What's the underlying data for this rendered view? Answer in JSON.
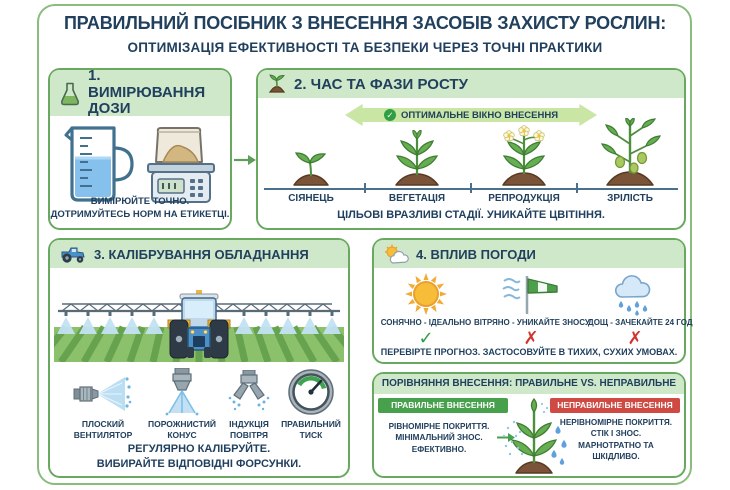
{
  "header": {
    "title": "ПРАВИЛЬНИЙ ПОСІБНИК З ВНЕСЕННЯ ЗАСОБІВ ЗАХИСТУ РОСЛИН:",
    "subtitle": "ОПТИМІЗАЦІЯ ЕФЕКТИВНОСТІ ТА БЕЗПЕКИ ЧЕРЕЗ ТОЧНІ ПРАКТИКИ"
  },
  "panel1": {
    "title": "1. ВИМІРЮВАННЯ ДОЗИ",
    "caption1": "ВИМІРЮЙТЕ ТОЧНО.",
    "caption2": "ДОТРИМУЙТЕСЬ НОРМ НА ЕТИКЕТЦІ."
  },
  "panel2": {
    "title": "2. ЧАС ТА ФАЗИ РОСТУ",
    "check_glyph": "✓",
    "banner": "ОПТИМАЛЬНЕ ВІКНО ВНЕСЕННЯ",
    "stages": [
      {
        "label": "СІЯНЕЦЬ"
      },
      {
        "label": "ВЕГЕТАЦІЯ"
      },
      {
        "label": "РЕПРОДУКЦІЯ"
      },
      {
        "label": "ЗРІЛІСТЬ"
      }
    ],
    "caption": "ЦІЛЬОВІ ВРАЗЛИВІ СТАДІЇ. УНИКАЙТЕ ЦВІТІННЯ."
  },
  "panel3": {
    "title": "3. КАЛІБРУВАННЯ ОБЛАДНАННЯ",
    "nozzles": [
      {
        "line1": "ПЛОСКИЙ",
        "line2": "ВЕНТИЛЯТОР"
      },
      {
        "line1": "ПОРОЖНИСТИЙ",
        "line2": "КОНУС"
      },
      {
        "line1": "ІНДУКЦІЯ",
        "line2": "ПОВІТРЯ"
      },
      {
        "line1": "ПРАВИЛЬНИЙ",
        "line2": "ТИСК"
      }
    ],
    "caption1": "РЕГУЛЯРНО КАЛІБРУЙТЕ.",
    "caption2": "ВИБИРАЙТЕ ВІДПОВІДНІ ФОРСУНКИ."
  },
  "panel4": {
    "title": "4. ВПЛИВ ПОГОДИ",
    "conditions": [
      {
        "label": "СОНЯЧНО - ІДЕАЛЬНО",
        "mark": "✓"
      },
      {
        "label": "ВІТРЯНО - УНИКАЙТЕ ЗНОСУ",
        "mark": "✗"
      },
      {
        "label": "ДОЩ - ЗАЧЕКАЙТЕ 24 ГОД",
        "mark": "✗"
      }
    ],
    "caption": "ПЕРЕВІРТЕ ПРОГНОЗ. ЗАСТОСОВУЙТЕ В ТИХИХ, СУХИХ УМОВАХ."
  },
  "comparison": {
    "title": "ПОРІВНЯННЯ ВНЕСЕННЯ: ПРАВИЛЬНЕ VS. НЕПРАВИЛЬНЕ",
    "good_badge": "ПРАВИЛЬНЕ ВНЕСЕННЯ",
    "bad_badge": "НЕПРАВИЛЬНЕ ВНЕСЕННЯ",
    "good1": "РІВНОМІРНЕ ПОКРИТТЯ.",
    "good2": "МІНІМАЛЬНИЙ ЗНОС.",
    "good3": "ЕФЕКТИВНО.",
    "bad1": "НЕРІВНОМІРНЕ ПОКРИТТЯ.",
    "bad2": "СТІК І ЗНОС.",
    "bad3": "МАРНОТРАТНО ТА",
    "bad4": "ШКІДЛИВО."
  },
  "colors": {
    "navy": "#21405e",
    "frame": "#8abc7e",
    "pborder": "#68a95f",
    "hbg": "#cfe8c9",
    "banner": "#c9e6a4",
    "good": "#47a04b",
    "bad": "#cf4a42",
    "check": "#2f9e44",
    "xred": "#d0352e"
  }
}
